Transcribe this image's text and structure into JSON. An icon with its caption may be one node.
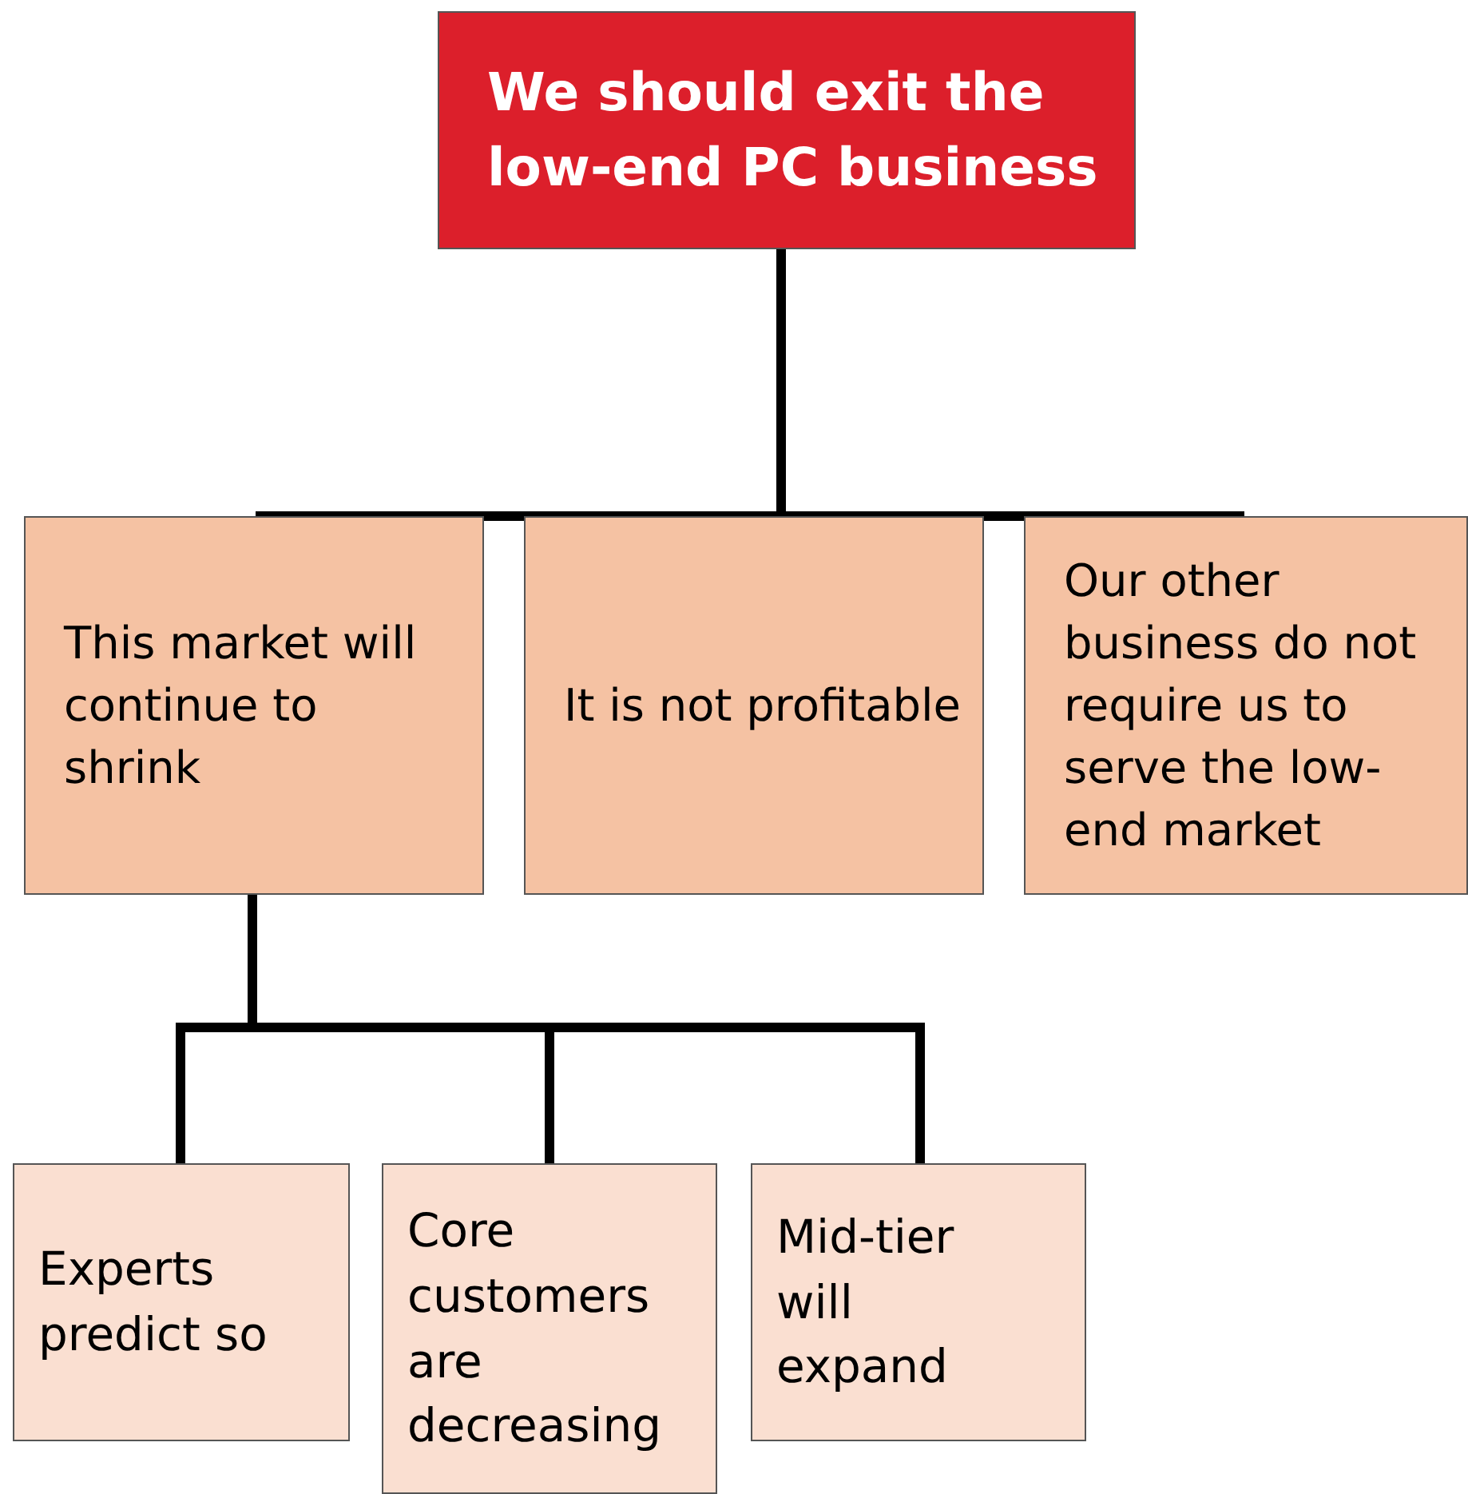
{
  "diagram": {
    "nodes": [
      {
        "text": [
          "We should exit the low-end PC business"
        ]
      },
      {
        "text": [
          "This market will continue to shrink"
        ]
      },
      {
        "text": [
          "It is not profitable"
        ]
      },
      {
        "text": [
          "Our other business do not require us to serve the low-end market"
        ]
      },
      {
        "text": [
          "Experts predict so"
        ]
      },
      {
        "text": [
          "Core customers are decreasing"
        ]
      },
      {
        "text": [
          "Mid-tier will expand"
        ]
      }
    ],
    "edges": [
      {
        "from": 0,
        "to": 1,
        "arrow": "none"
      },
      {
        "from": 0,
        "to": 2,
        "arrow": "none"
      },
      {
        "from": 0,
        "to": 3,
        "arrow": "none"
      },
      {
        "from": 1,
        "to": 4,
        "arrow": "none"
      },
      {
        "from": 1,
        "to": 5,
        "arrow": "none"
      },
      {
        "from": 1,
        "to": 6,
        "arrow": "none"
      }
    ]
  }
}
